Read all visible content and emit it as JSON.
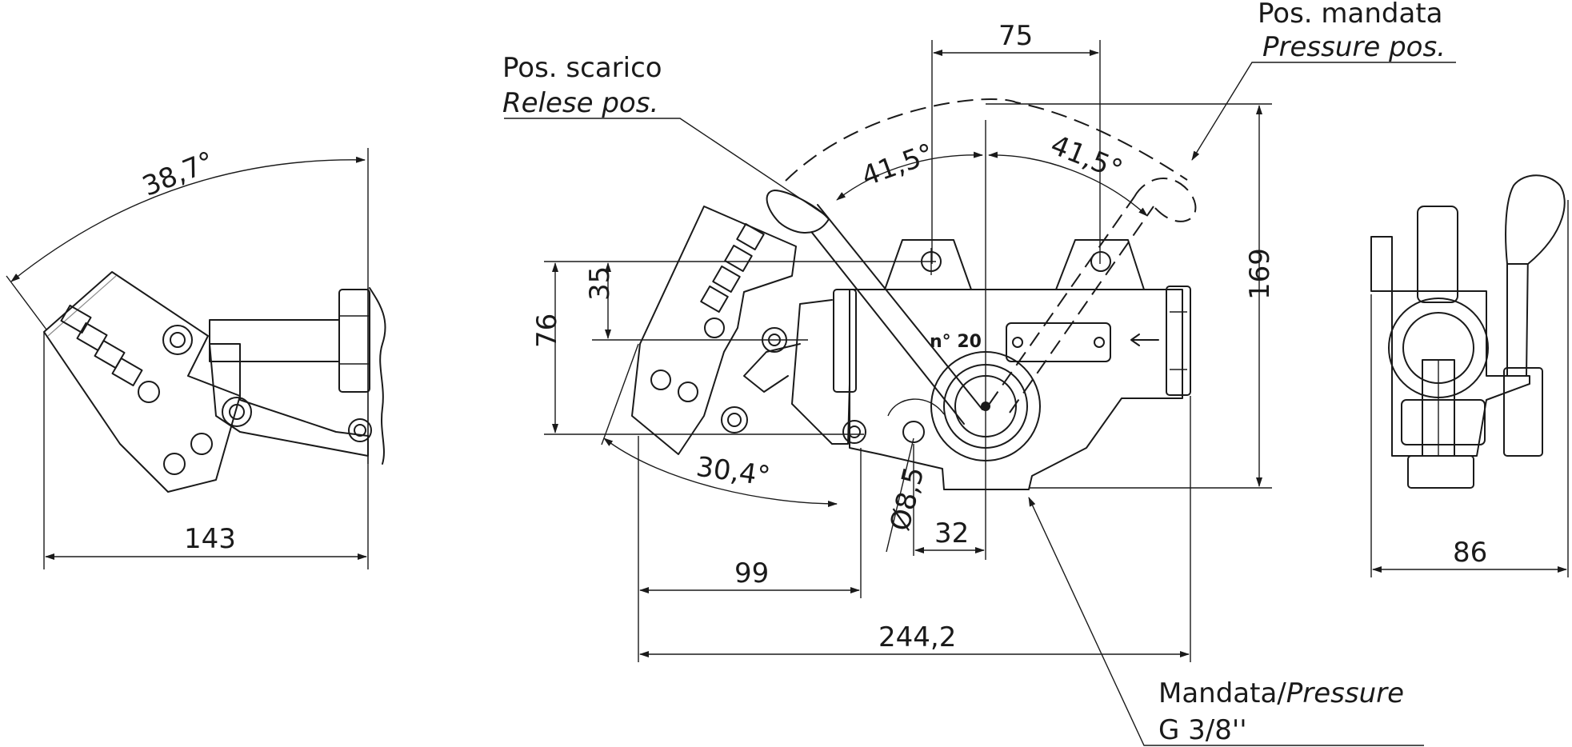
{
  "dimensions": {
    "side_angle": "38,7°",
    "side_width": "143",
    "top_width": "75",
    "angle_left": "41,5°",
    "angle_right": "41,5°",
    "height_35": "35",
    "height_76": "76",
    "height_169": "169",
    "angle_bottom": "30,4°",
    "hole_dia": "Ø8,5",
    "offset_32": "32",
    "width_99": "99",
    "overall_width": "244,2",
    "end_width": "86"
  },
  "callouts": {
    "scarico_it": "Pos. scarico",
    "scarico_en": "Relese pos.",
    "mandata_it": "Pos. mandata",
    "mandata_en": "Pressure pos.",
    "outlet_it": "Mandata/",
    "outlet_en": "Pressure",
    "outlet_thread": "G 3/8''"
  },
  "body_stamp": "n° 20"
}
